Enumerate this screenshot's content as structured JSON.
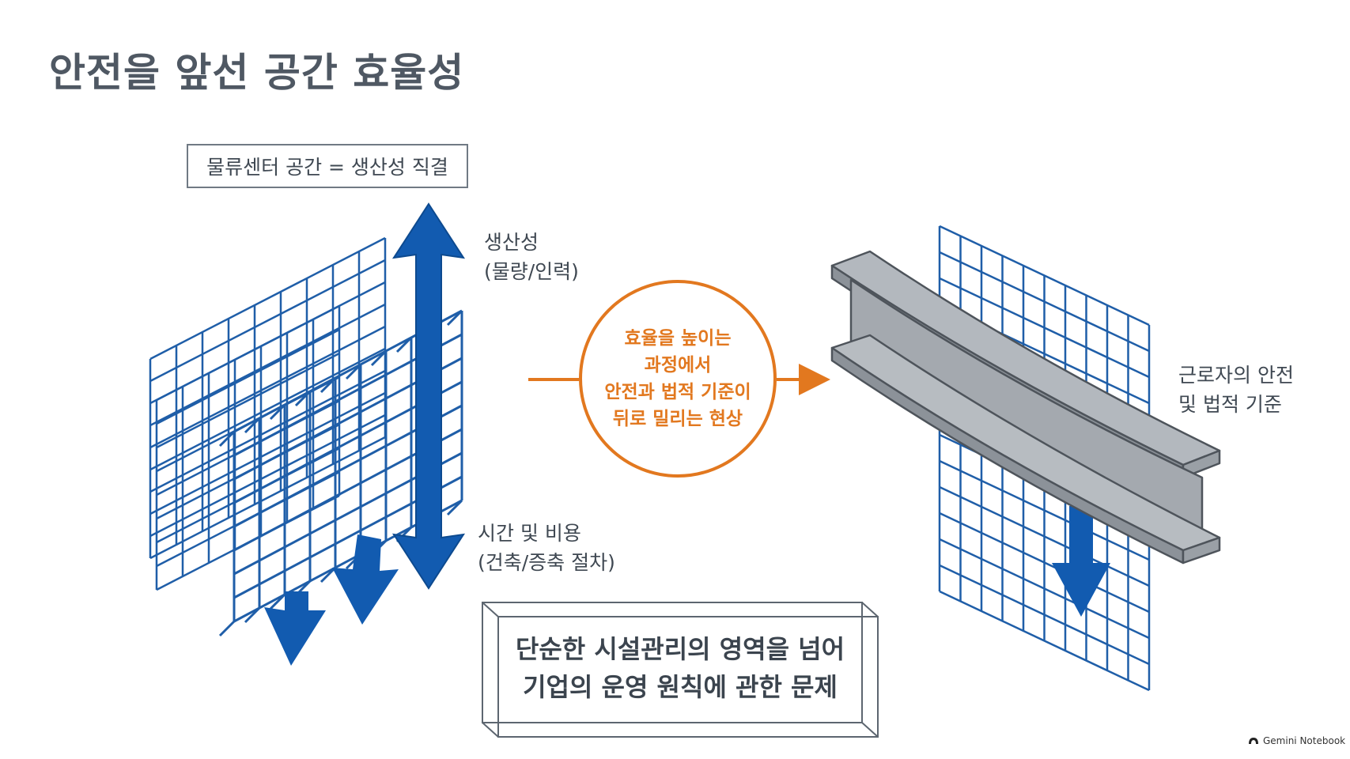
{
  "title": "안전을 앞선 공간 효율성",
  "header_box": "물류센터 공간 = 생산성 직결",
  "productivity_label": {
    "line1": "생산성",
    "line2": "(물량/인력)"
  },
  "cost_label": {
    "line1": "시간 및 비용",
    "line2": "(건축/증축 절차)"
  },
  "center_circle": {
    "lines": [
      "효율을 높이는",
      "과정에서",
      "안전과 법적 기준이",
      "뒤로 밀리는 현상"
    ]
  },
  "safety_label": {
    "line1": "근로자의 안전",
    "line2": "및 법적 기준"
  },
  "conclusion": {
    "line1": "단순한 시설관리의 영역을 넘어",
    "line2": "기업의 운영 원칙에 관한 문제"
  },
  "footer": {
    "brand": "Gemini Notebook",
    "icon": "gemini-notebook-icon"
  },
  "colors": {
    "accent": "#e2781f",
    "rack": "#1f5ea8",
    "arrow": "#125bb0",
    "beam": "#a6abb1",
    "text": "#3f4852"
  }
}
